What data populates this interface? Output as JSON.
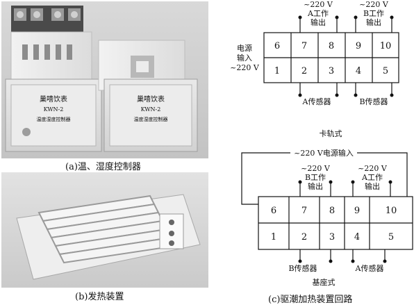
{
  "photo_a": {
    "caption": "(a)温、湿度控制器",
    "device_brand": "巢嘻饮表",
    "device_model": "KWN-2",
    "device_name": "温度湿度控制器",
    "units": 2
  },
  "photo_b": {
    "caption": "(b)发热装置"
  },
  "rail_diagram": {
    "title": "卡轨式",
    "top_row": [
      "6",
      "7",
      "8",
      "9",
      "10"
    ],
    "bottom_row": [
      "1",
      "2",
      "3",
      "4",
      "5"
    ],
    "power_label_line1": "电源",
    "power_label_line2": "输入",
    "power_label_line3": "~220 V",
    "out_a_line1": "~220 V",
    "out_a_line2": "A工作",
    "out_a_line3": "输出",
    "out_b_line1": "~220 V",
    "out_b_line2": "B工作",
    "out_b_line3": "输出",
    "sensor_a": "A传感器",
    "sensor_b": "B传感器"
  },
  "base_diagram": {
    "title": "基座式",
    "power_label": "~220 V电源输入",
    "top_row": [
      "6",
      "7",
      "8",
      "9",
      "10"
    ],
    "bottom_row": [
      "1",
      "2",
      "3",
      "4",
      "5"
    ],
    "out_b_line1": "~220 V",
    "out_b_line2": "B工作",
    "out_b_line3": "输出",
    "out_a_line1": "~220 V",
    "out_a_line2": "A工作",
    "out_a_line3": "输出",
    "sensor_b": "B传感器",
    "sensor_a": "A传感器"
  },
  "figure_caption": "(c)驱潮加热装置回路"
}
